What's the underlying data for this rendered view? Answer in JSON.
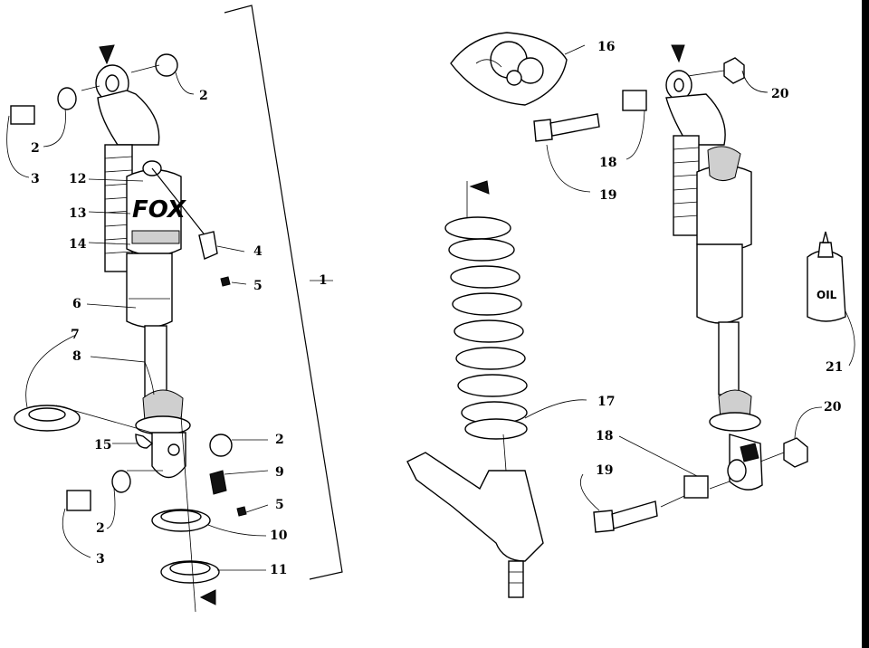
{
  "callouts": {
    "c1": "1",
    "c2a": "2",
    "c2b": "2",
    "c2c": "2",
    "c2d": "2",
    "c3a": "3",
    "c3b": "3",
    "c4": "4",
    "c5a": "5",
    "c5b": "5",
    "c6": "6",
    "c7": "7",
    "c8": "8",
    "c9": "9",
    "c10": "10",
    "c11": "11",
    "c12": "12",
    "c13": "13",
    "c14": "14",
    "c15": "15",
    "c16": "16",
    "c17": "17",
    "c18a": "18",
    "c18b": "18",
    "c19a": "19",
    "c19b": "19",
    "c20a": "20",
    "c20b": "20",
    "c21": "21"
  },
  "labels": {
    "oil_bottle": "OIL",
    "logo": "FOX"
  },
  "icons": {
    "direction_marker": "arrow-triangle-icon"
  }
}
